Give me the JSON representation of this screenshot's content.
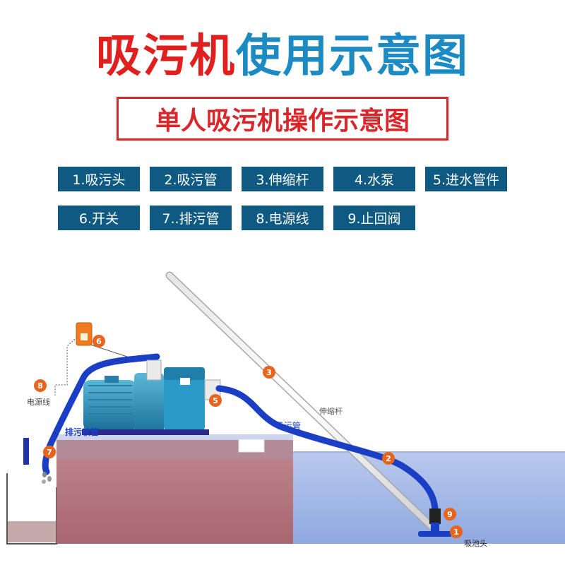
{
  "title": {
    "part1": "吸污机",
    "part2": "使用示意图"
  },
  "subtitle": "单人吸污机操作示意图",
  "legend": [
    "1.吸污头",
    "2.吸污管",
    "3.伸缩杆",
    "4.水泵",
    "5.进水管件",
    "6.开关",
    "7..排污管",
    "8.电源线",
    "9.止回阀"
  ],
  "markers": [
    "1",
    "2",
    "3",
    "5",
    "6",
    "7",
    "8",
    "9"
  ],
  "labels": {
    "power_cord": "电源线",
    "drain_hose": "排污软管",
    "suction_hose": "吸污管",
    "pole": "伸缩杆",
    "suction_head": "吸池头"
  },
  "colors": {
    "title_red": "#e0201f",
    "title_blue": "#1c8bc4",
    "legend_bg": "#0f5a82",
    "marker": "#e8641d",
    "hose": "#1a3fc4",
    "pool_water": "#a8bde8",
    "ground": "#b87a82"
  }
}
